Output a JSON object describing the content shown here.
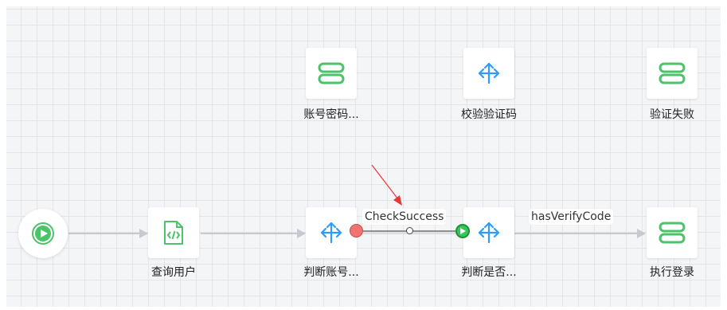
{
  "nodes": {
    "account_password": {
      "label": "账号密码...",
      "icon": "storage-icon"
    },
    "verify_code": {
      "label": "校验验证码",
      "icon": "branch-icon"
    },
    "verify_failed": {
      "label": "验证失败",
      "icon": "storage-icon"
    },
    "query_user": {
      "label": "查询用户",
      "icon": "code-file-icon"
    },
    "judge_account": {
      "label": "判断账号...",
      "icon": "branch-icon"
    },
    "judge_whether": {
      "label": "判断是否...",
      "icon": "branch-icon"
    },
    "execute_login": {
      "label": "执行登录",
      "icon": "storage-icon"
    }
  },
  "edges": {
    "check_success": "CheckSuccess",
    "has_verify_code": "hasVerifyCode"
  },
  "colors": {
    "icon_green": "#4cc26a",
    "icon_blue": "#2f9bff",
    "edge_gray": "#c6c9cf",
    "arrow_red": "#e53935"
  }
}
